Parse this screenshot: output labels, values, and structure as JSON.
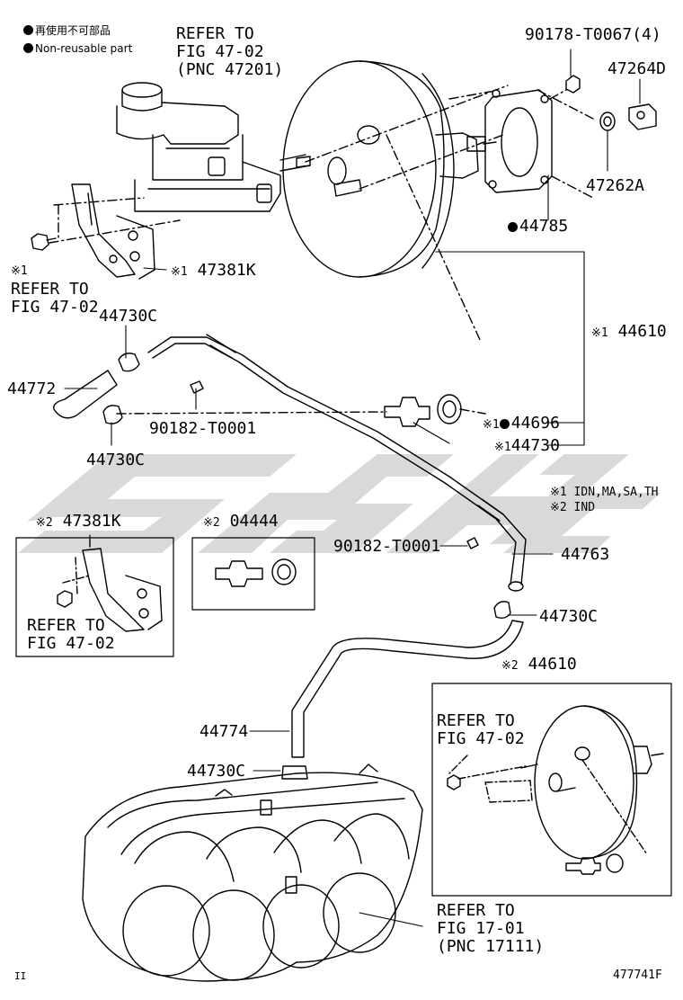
{
  "legend": {
    "jp": "再使用不可部品",
    "en": "Non-reusable part"
  },
  "refer_main": [
    "REFER TO",
    "FIG 47-02",
    "(PNC 47201)"
  ],
  "refer_left": [
    "REFER TO",
    "FIG 47-02"
  ],
  "refer_box1": [
    "REFER TO",
    "FIG 47-02"
  ],
  "refer_box3": [
    "REFER TO",
    "FIG 47-02"
  ],
  "refer_bottom": [
    "REFER TO",
    "FIG 17-01",
    "(PNC 17111)"
  ],
  "mark1": "※1",
  "mark2": "※2",
  "parts": {
    "p90178": "90178-T0067(4)",
    "p47264D": "47264D",
    "p47262A": "47262A",
    "p44785": "44785",
    "p47381K": "47381K",
    "p44610": "44610",
    "p44730C_a": "44730C",
    "p44772": "44772",
    "p90182_a": "90182-T0001",
    "p44696": "44696",
    "p44730": "44730",
    "p44730C_b": "44730C",
    "p47381K_b": "47381K",
    "p04444": "04444",
    "p90182_b": "90182-T0001",
    "p44763": "44763",
    "p44730C_c": "44730C",
    "p44610_b": "44610",
    "p44774": "44774",
    "p44730C_d": "44730C"
  },
  "notes": {
    "n1": "※1 IDN,MA,SA,TH",
    "n2": "※2 IND"
  },
  "footer": {
    "left_mark": "II",
    "figure_id": "477741F"
  },
  "watermark": "SSQC"
}
